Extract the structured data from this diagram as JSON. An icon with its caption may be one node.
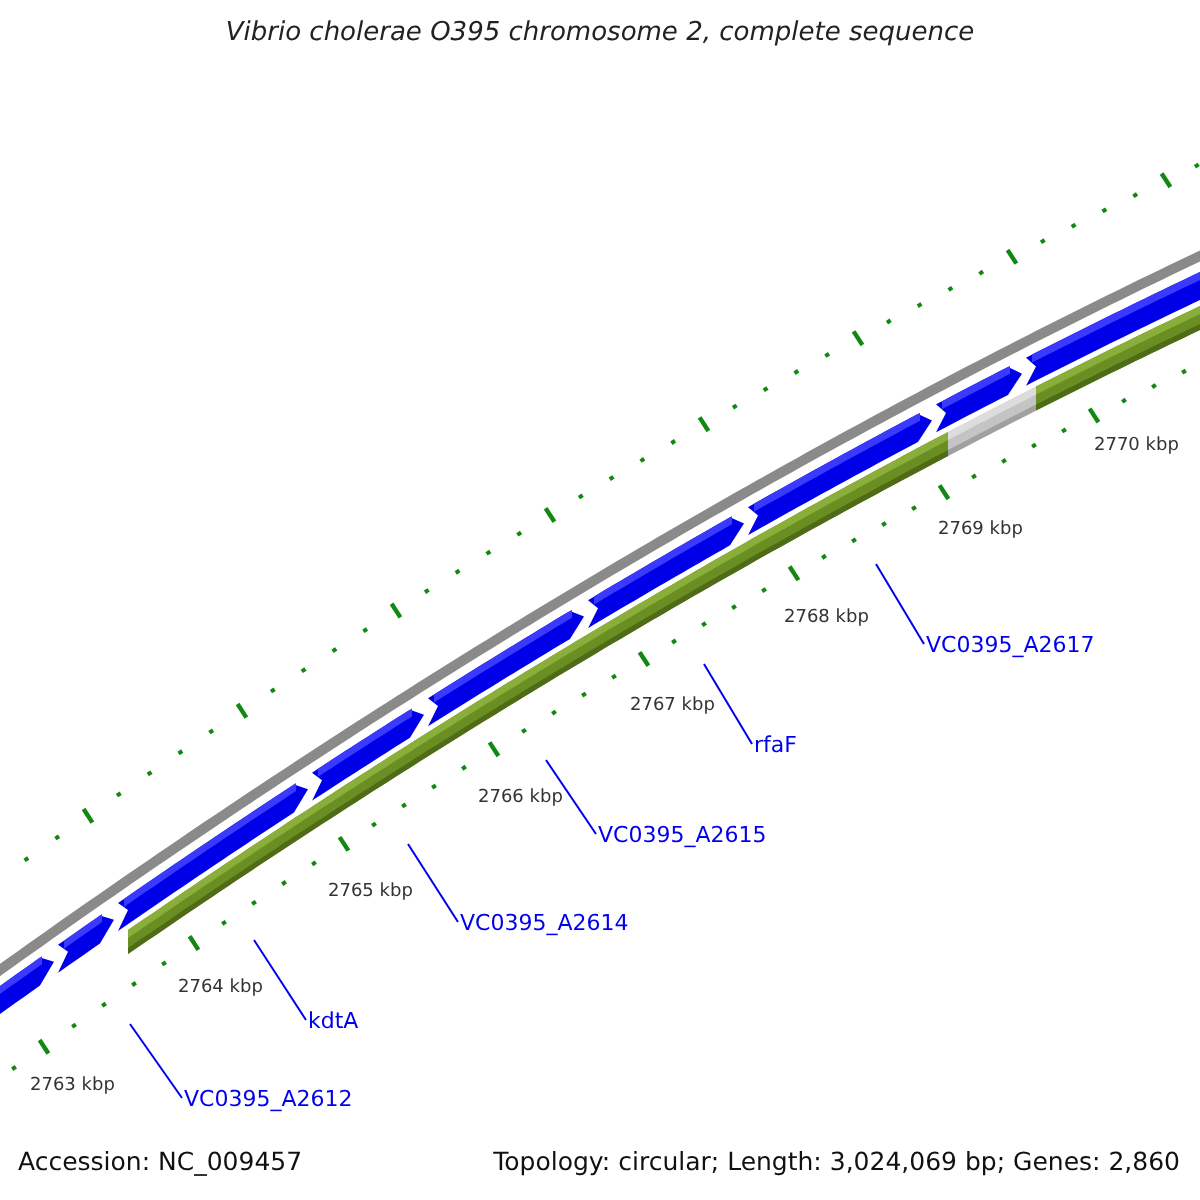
{
  "diagram": {
    "title": "Vibrio cholerae O395 chromosome 2, complete sequence",
    "nodes": [
      {
        "text": [
          "VC0395_A2612"
        ]
      },
      {
        "text": [
          "kdtA"
        ]
      },
      {
        "text": [
          "VC0395_A2614"
        ]
      },
      {
        "text": [
          "VC0395_A2615"
        ]
      },
      {
        "text": [
          "rfaF"
        ]
      },
      {
        "text": [
          "VC0395_A2617"
        ]
      }
    ],
    "edges": [
      {
        "from": 0,
        "to": null,
        "arrow": "none"
      },
      {
        "from": 1,
        "to": null,
        "arrow": "none"
      },
      {
        "from": 2,
        "to": null,
        "arrow": "none"
      },
      {
        "from": 3,
        "to": null,
        "arrow": "none"
      },
      {
        "from": 4,
        "to": null,
        "arrow": "none"
      },
      {
        "from": 5,
        "to": null,
        "arrow": "none"
      }
    ],
    "labels": [
      "2770 kbp",
      "2769 kbp",
      "2768 kbp",
      "2767 kbp",
      "2766 kbp",
      "2765 kbp",
      "2764 kbp",
      "2763 kbp",
      "Accession: NC_009457",
      "Topology: circular; Length: 3,024,069 bp; Genes: 2,860"
    ]
  }
}
